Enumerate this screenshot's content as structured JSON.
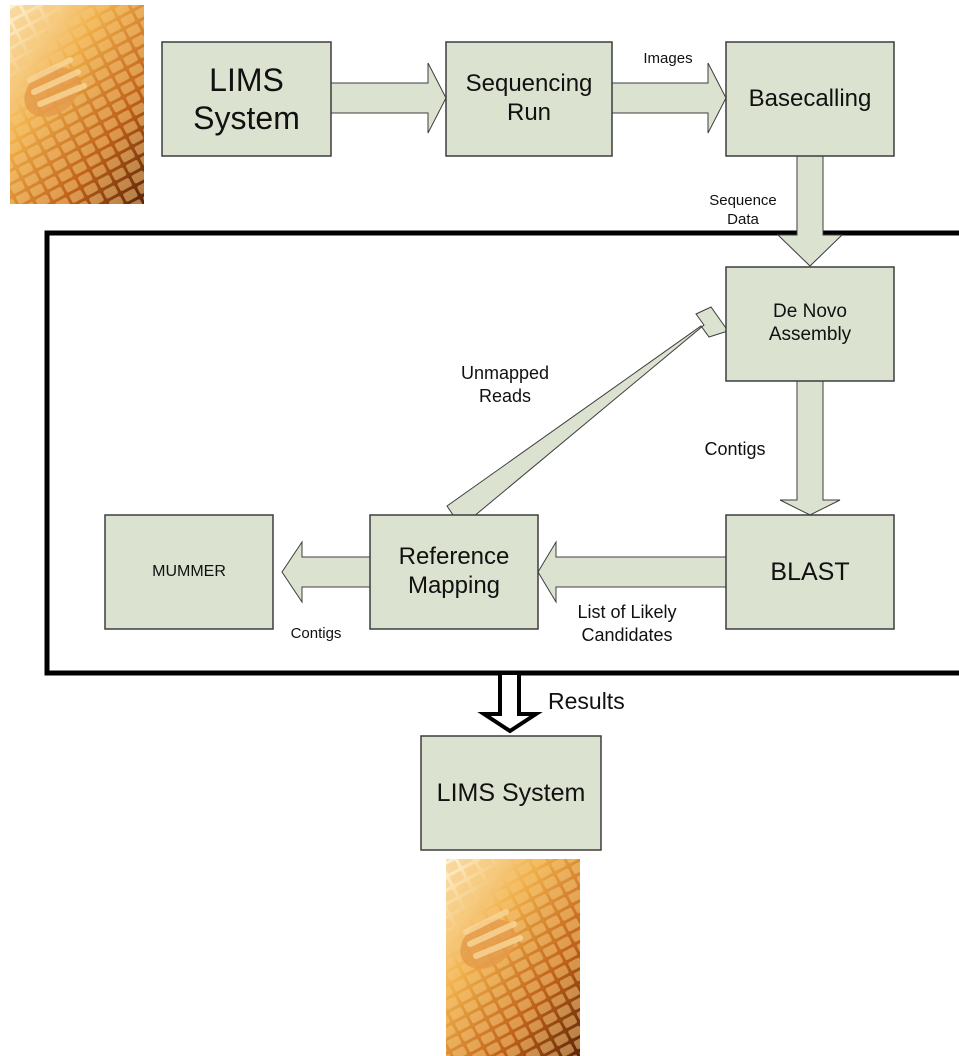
{
  "nodes": {
    "lims_top": "LIMS\nSystem",
    "sequencing_run": "Sequencing\nRun",
    "basecalling": "Basecalling",
    "de_novo": "De Novo\nAssembly",
    "blast": "BLAST",
    "reference_mapping": "Reference\nMapping",
    "mummer": "MUMMER",
    "lims_bottom": "LIMS System"
  },
  "edges": {
    "images": "Images",
    "sequence_data": "Sequence\nData",
    "unmapped_reads": "Unmapped\nReads",
    "contigs_right": "Contigs",
    "likely_candidates": "List of Likely\nCandidates",
    "contigs_left": "Contigs",
    "results": "Results"
  },
  "icons": {
    "top_photo": "keyboard-typing-photo",
    "bottom_photo": "keyboard-typing-photo"
  },
  "colors": {
    "box_fill": "#dbe2cf",
    "box_stroke": "#3d3d3d",
    "arrow_fill": "#dbe2cf",
    "frame": "#000000"
  }
}
